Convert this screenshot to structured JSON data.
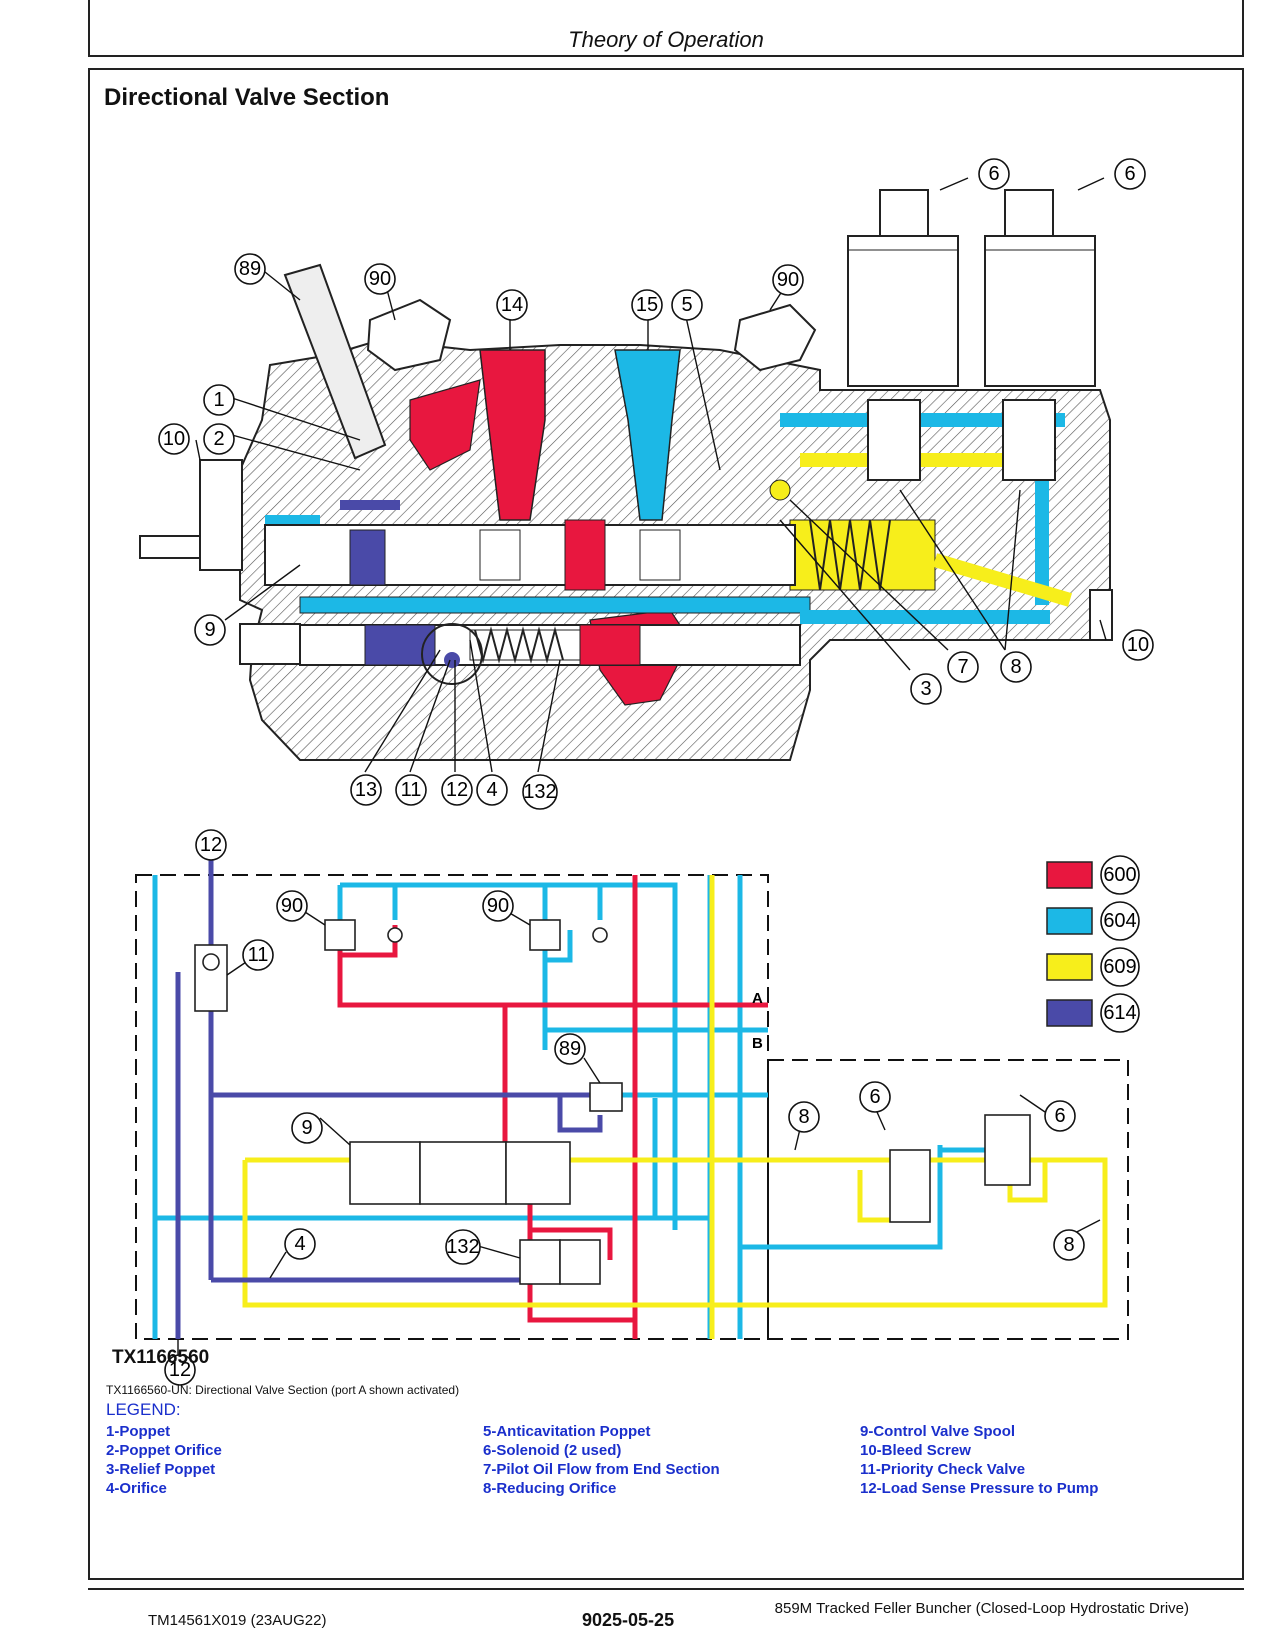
{
  "header": {
    "title": "Theory of Operation"
  },
  "section": {
    "title": "Directional Valve Section"
  },
  "figure": {
    "id": "TX1166560",
    "caption": "TX1166560-UN: Directional Valve Section (port A shown activated)",
    "port_labels": [
      "A",
      "B"
    ]
  },
  "color_key": [
    {
      "code": "600",
      "color": "#e8173f"
    },
    {
      "code": "604",
      "color": "#1cb8e6"
    },
    {
      "code": "609",
      "color": "#f7ee1b"
    },
    {
      "code": "614",
      "color": "#4a4aa8"
    }
  ],
  "callouts": {
    "n89": "89",
    "n90": "90",
    "n14": "14",
    "n15": "15",
    "n5": "5",
    "n6": "6",
    "n1": "1",
    "n2": "2",
    "n10": "10",
    "n9": "9",
    "n3": "3",
    "n7": "7",
    "n8": "8",
    "n13": "13",
    "n11": "11",
    "n12": "12",
    "n4": "4",
    "n132": "132"
  },
  "legend": {
    "heading": "LEGEND:",
    "col1": [
      "1-Poppet",
      "2-Poppet Orifice",
      "3-Relief Poppet",
      "4-Orifice"
    ],
    "col2": [
      "5-Anticavitation Poppet",
      "6-Solenoid (2 used)",
      "7-Pilot Oil Flow from End Section",
      "8-Reducing Orifice"
    ],
    "col3": [
      "9-Control Valve Spool",
      "10-Bleed Screw",
      "11-Priority Check Valve",
      "12-Load Sense Pressure to Pump"
    ]
  },
  "footer": {
    "doc": "TM14561X019 (23AUG22)",
    "page": "9025-05-25",
    "machine": "859M Tracked Feller Buncher (Closed-Loop Hydrostatic Drive)"
  }
}
